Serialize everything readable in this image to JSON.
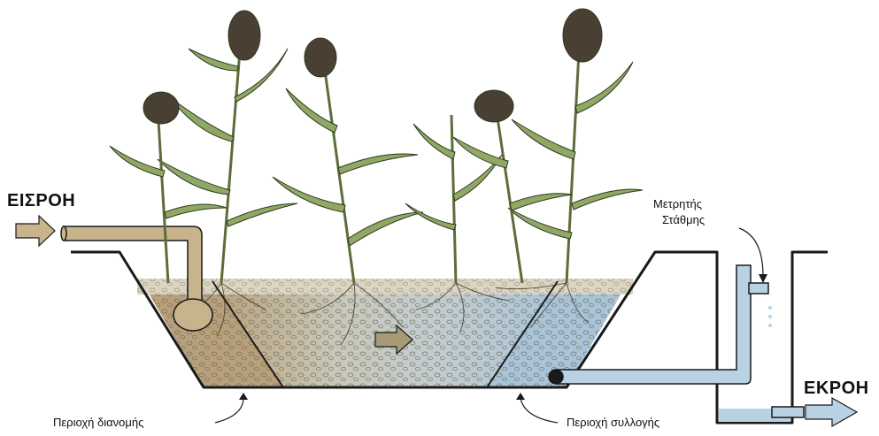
{
  "labels": {
    "inflow": "ΕΙΣΡΟΗ",
    "outflow": "ΕΚΡΟΗ",
    "level_meter_line1": "Μετρητής",
    "level_meter_line2": "Στάθμης",
    "distribution_zone": "Περιοχή διανομής",
    "collection_zone": "Περιοχή συλλογής"
  },
  "colors": {
    "distribution_fill": "#b7a07a",
    "middle_fill": "#c9c7b8",
    "collection_fill": "#a9c4d8",
    "surface_fill": "#dcd5c3",
    "inflow_pipe": "#c8b48c",
    "outflow_pipe": "#b8d2e4",
    "reed_leaf": "#8fa866",
    "reed_seed": "#4a3f33",
    "outline": "#1a1a1a"
  },
  "icons": {
    "inflow_arrow": "right-arrow-icon",
    "flow_direction": "right-arrow-icon",
    "outflow_arrow": "right-arrow-icon"
  }
}
